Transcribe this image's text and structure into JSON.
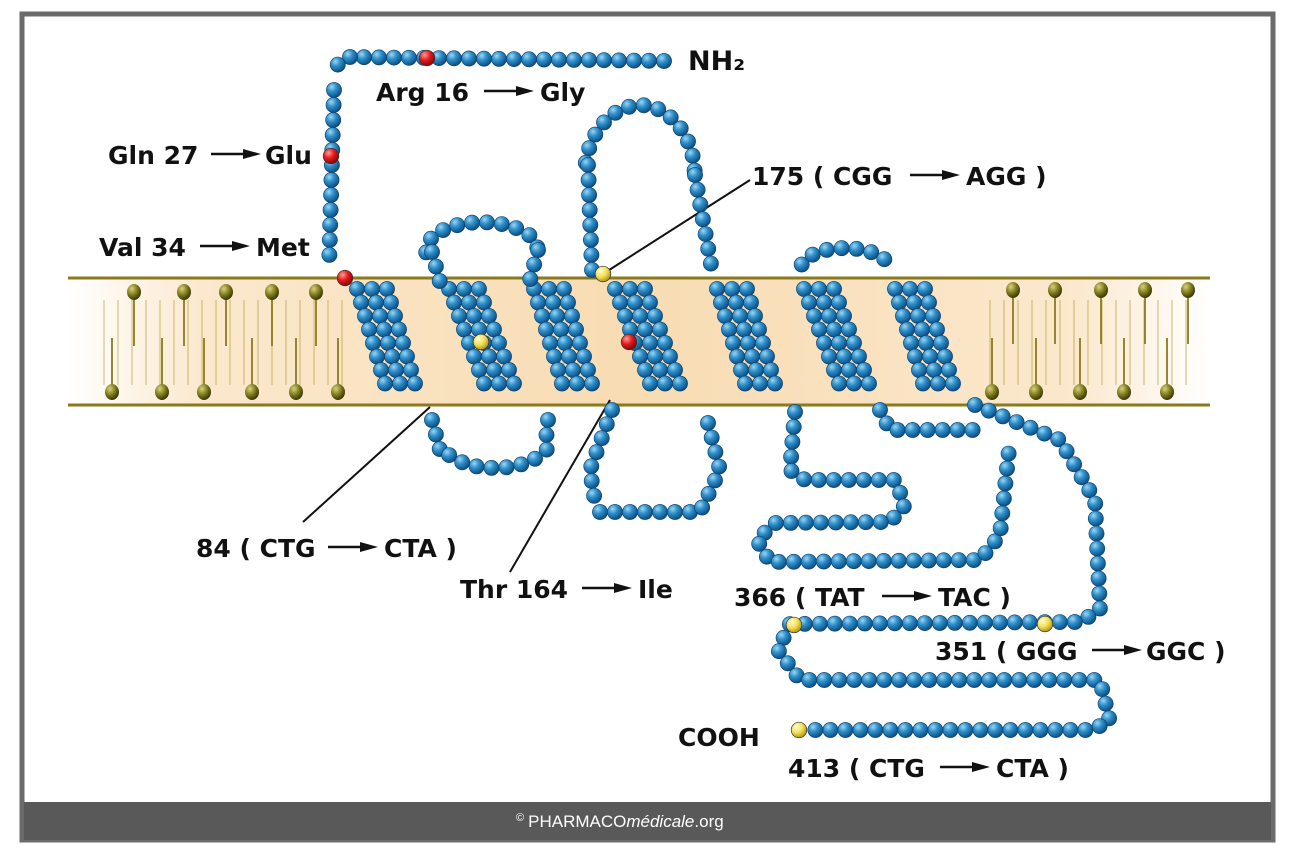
{
  "colors": {
    "bead": "#1f77b4",
    "bead_highlight": "#7ec8ee",
    "bead_polymorphism_nonsynonymous": "#e31b1b",
    "bead_polymorphism_synonymous": "#f3df55",
    "membrane_band": "#f8dcb2",
    "membrane_line": "#8a7a1c",
    "lipid_head": "#7f7b1e",
    "footer_bar": "#595959"
  },
  "termini": {
    "n_terminus": "NH₂",
    "c_terminus": "COOH"
  },
  "labels": {
    "arg16": {
      "from": "Arg 16",
      "arrow": "→",
      "to": "Gly"
    },
    "gln27": {
      "from": "Gln 27",
      "arrow": "→",
      "to": "Glu"
    },
    "val34": {
      "from": "Val 34",
      "arrow": "→",
      "to": "Met"
    },
    "c175": {
      "from": "175 ( CGG",
      "arrow": "→",
      "to": "AGG )"
    },
    "c84": {
      "from": "84 ( CTG",
      "arrow": "→",
      "to": "CTA )"
    },
    "thr164": {
      "from": "Thr 164",
      "arrow": "→",
      "to": "Ile"
    },
    "c366": {
      "from": "366 ( TAT",
      "arrow": "→",
      "to": "TAC )"
    },
    "c351": {
      "from": "351 ( GGG",
      "arrow": "→",
      "to": "GGC )"
    },
    "c413": {
      "from": "413 ( CTG",
      "arrow": "→",
      "to": "CTA )"
    }
  },
  "footer": {
    "copyright": "©",
    "brand": "PHARMACO",
    "brand_italic": "médicale",
    "tld": ".org"
  }
}
